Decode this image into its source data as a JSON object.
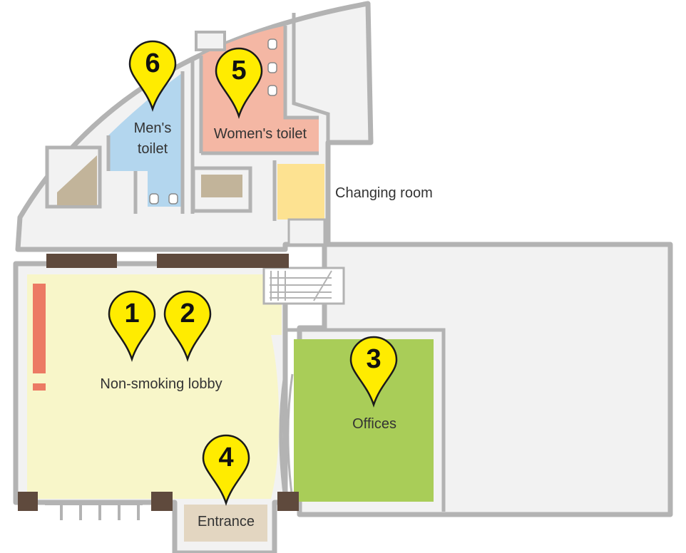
{
  "labels": {
    "mens_toilet_line1": "Men's",
    "mens_toilet_line2": "toilet",
    "womens_toilet": "Women's toilet",
    "changing_room": "Changing room",
    "lobby": "Non-smoking lobby",
    "offices": "Offices",
    "entrance": "Entrance"
  },
  "pins": [
    {
      "number": "1",
      "place": "Non-smoking lobby"
    },
    {
      "number": "2",
      "place": "Non-smoking lobby"
    },
    {
      "number": "3",
      "place": "Offices"
    },
    {
      "number": "4",
      "place": "Entrance"
    },
    {
      "number": "5",
      "place": "Women's toilet"
    },
    {
      "number": "6",
      "place": "Men's toilet"
    }
  ],
  "colors": {
    "wall": "#b3b3b3",
    "floor": "#f2f2f2",
    "lobby": "#f8f6c9",
    "offices": "#a9cd58",
    "mens_toilet": "#b3d6ee",
    "womens_toilet": "#f4b7a4",
    "changing_room": "#fde291",
    "entrance": "#e3d6c1",
    "stairs": "#c2b49a",
    "pillar": "#5f4a3d",
    "pin": "#ffec00",
    "exit_marker": "#ec7a64"
  }
}
